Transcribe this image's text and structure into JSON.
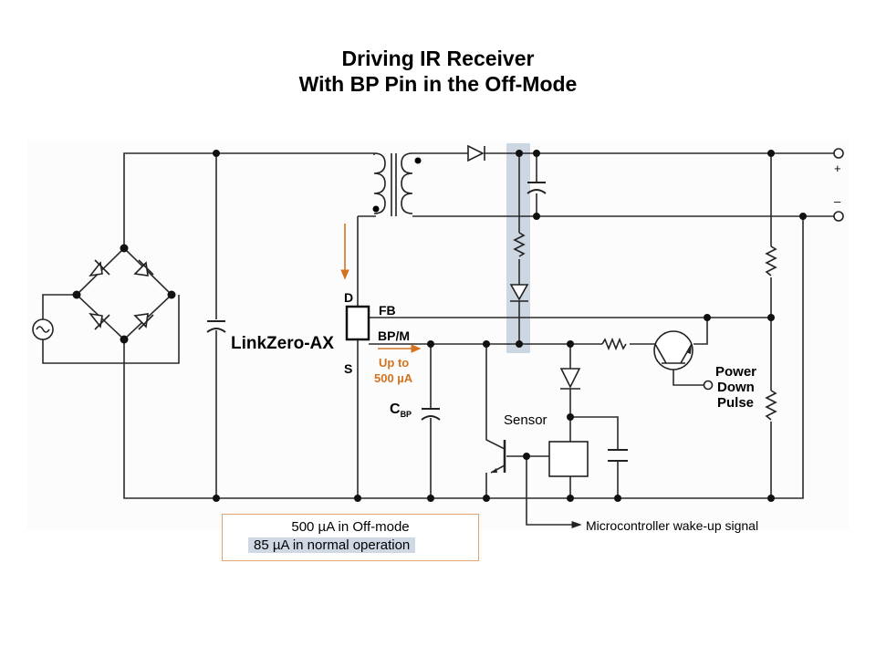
{
  "title": {
    "line1": "Driving IR Receiver",
    "line2": "With BP Pin in the Off-Mode"
  },
  "ic": {
    "name": "LinkZero-AX",
    "pins": {
      "drain": "D",
      "source": "S",
      "feedback": "FB",
      "bypass": "BP/M"
    }
  },
  "annotations": {
    "bp_current_line1": "Up to",
    "bp_current_line2": "500 µA",
    "cbp_main": "C",
    "cbp_sub": "BP",
    "sensor": "Sensor",
    "power_down_line1": "Power",
    "power_down_line2": "Down",
    "power_down_line3": "Pulse",
    "wakeup": "Microcontroller wake-up signal",
    "output_plus": "+",
    "output_minus": "–"
  },
  "note": {
    "line1": "500 µA in Off-mode",
    "line2": "85 µA in normal operation"
  },
  "colors": {
    "wire": "#2b2b2b",
    "highlight": "#cdd7e2",
    "accent_orange": "#d3721f",
    "note_border": "#e0a474"
  }
}
